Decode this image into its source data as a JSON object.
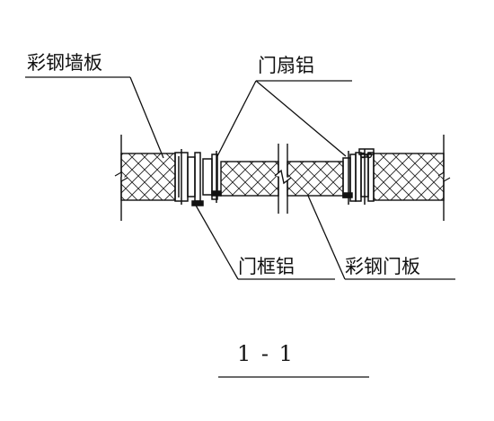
{
  "labels": {
    "wall_panel": "彩钢墙板",
    "door_leaf_aluminum": "门扇铝",
    "door_frame_aluminum": "门框铝",
    "door_panel": "彩钢门板"
  },
  "section_mark": "1 - 1",
  "colors": {
    "line": "#111111",
    "background": "#ffffff"
  }
}
